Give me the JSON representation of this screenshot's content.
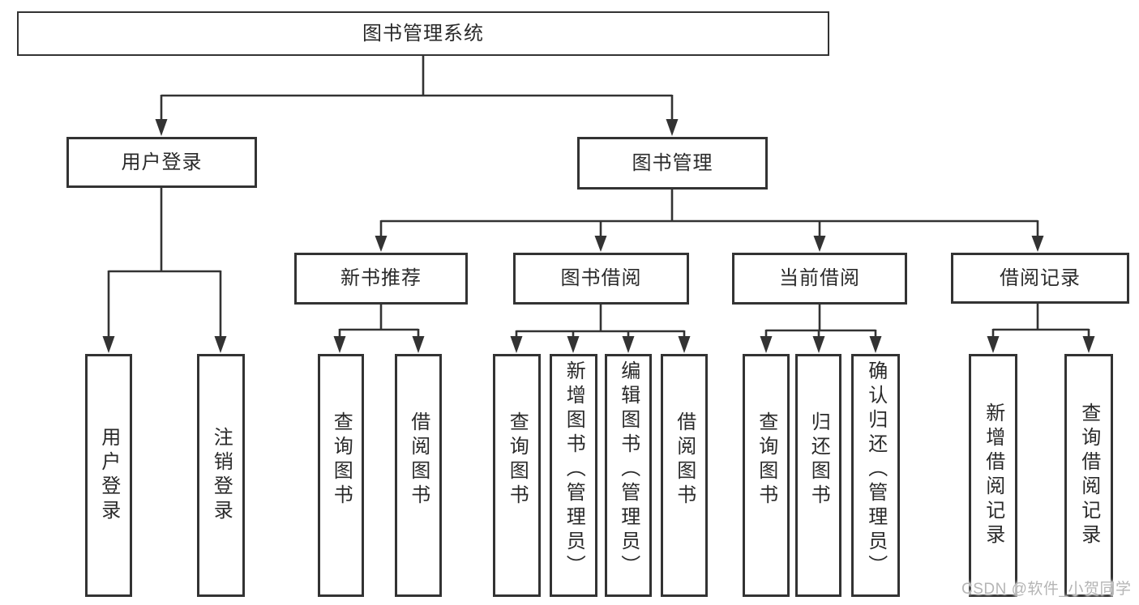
{
  "diagram": {
    "root": {
      "label": "图书管理系统"
    },
    "level1": [
      {
        "label": "用户登录"
      },
      {
        "label": "图书管理"
      }
    ],
    "level2": [
      {
        "label": "新书推荐"
      },
      {
        "label": "图书借阅"
      },
      {
        "label": "当前借阅"
      },
      {
        "label": "借阅记录"
      }
    ],
    "leaves": {
      "user_login": [
        {
          "label": "用户登录"
        },
        {
          "label": "注销登录"
        }
      ],
      "new_book": [
        {
          "label": "查询图书"
        },
        {
          "label": "借阅图书"
        }
      ],
      "book_borrow": [
        {
          "label": "查询图书"
        },
        {
          "label": "新增图书（管理员）"
        },
        {
          "label": "编辑图书（管理员）"
        },
        {
          "label": "借阅图书"
        }
      ],
      "current_borrow": [
        {
          "label": "查询图书"
        },
        {
          "label": "归还图书"
        },
        {
          "label": "确认归还（管理员）"
        }
      ],
      "borrow_record": [
        {
          "label": "新增借阅记录"
        },
        {
          "label": "查询借阅记录"
        }
      ]
    },
    "watermark": "CSDN @软件_小贺同学",
    "colors": {
      "line": "#333333",
      "text": "#2a2a2a",
      "watermark": "#b5b5b5",
      "background": "#ffffff"
    }
  }
}
